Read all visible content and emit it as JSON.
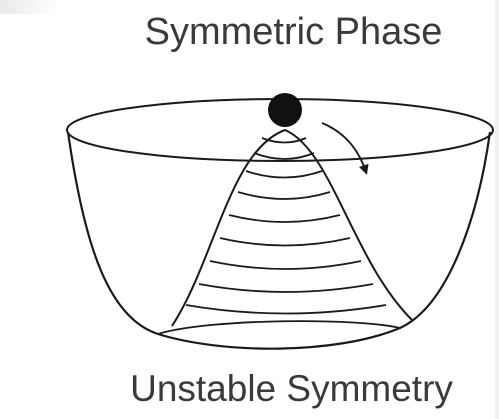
{
  "diagram": {
    "title": "Symmetric Phase",
    "caption": "Unstable Symmetry",
    "colors": {
      "line": "#1a1a1a",
      "ball": "#111111",
      "text": "#3a3a3a"
    },
    "icons": {
      "ball": "filled-circle",
      "arrow": "curved-arrow-down-right"
    }
  }
}
